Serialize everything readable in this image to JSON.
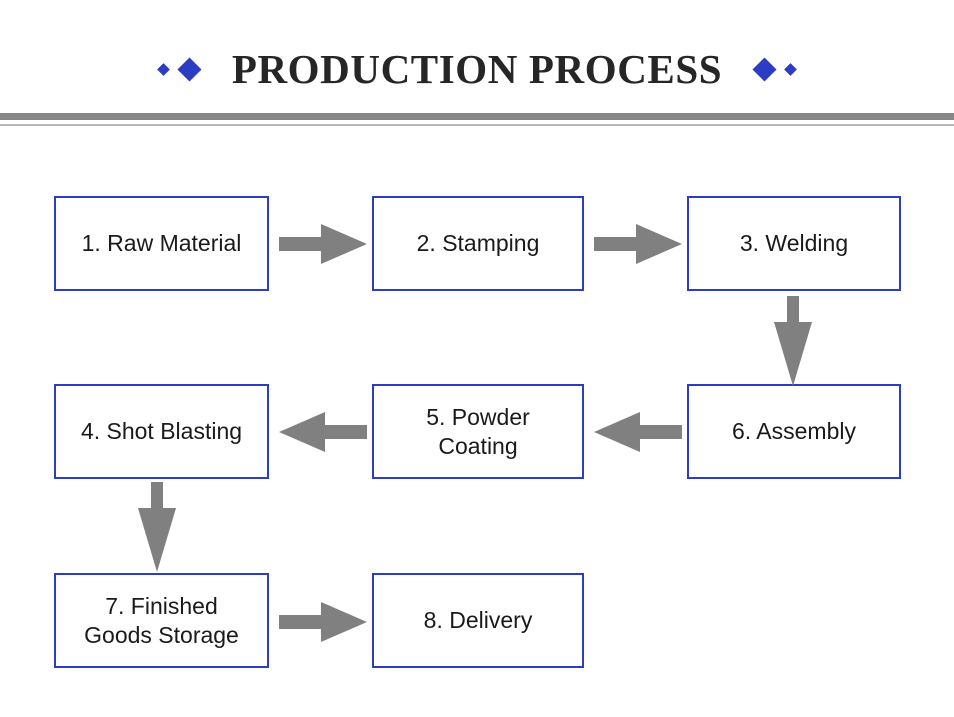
{
  "slide": {
    "title": "PRODUCTION PROCESS",
    "background_color": "#FFFFFF",
    "accent_color": "#2C3DC4",
    "arrow_color": "#808080",
    "divider_color": "#878787",
    "title_color": "#262626"
  },
  "decorations": {
    "left_diamonds": [
      "diamond-small",
      "diamond-large"
    ],
    "right_diamonds": [
      "diamond-large",
      "diamond-small"
    ]
  },
  "diagram": {
    "type": "flowchart",
    "steps": [
      {
        "id": 1,
        "label": "1. Raw Material",
        "row": 1,
        "col": 1
      },
      {
        "id": 2,
        "label": "2. Stamping",
        "row": 1,
        "col": 2
      },
      {
        "id": 3,
        "label": "3. Welding",
        "row": 1,
        "col": 3
      },
      {
        "id": 4,
        "label": "4. Shot Blasting",
        "row": 2,
        "col": 1
      },
      {
        "id": 5,
        "label": "5. Powder\nCoating",
        "row": 2,
        "col": 2
      },
      {
        "id": 6,
        "label": "6. Assembly",
        "row": 2,
        "col": 3
      },
      {
        "id": 7,
        "label": "7. Finished\nGoods Storage",
        "row": 3,
        "col": 1
      },
      {
        "id": 8,
        "label": "8. Delivery",
        "row": 3,
        "col": 2
      }
    ],
    "connectors": [
      {
        "from": 1,
        "to": 2,
        "direction": "right"
      },
      {
        "from": 2,
        "to": 3,
        "direction": "right"
      },
      {
        "from": 3,
        "to": 6,
        "direction": "down"
      },
      {
        "from": 6,
        "to": 5,
        "direction": "left"
      },
      {
        "from": 5,
        "to": 4,
        "direction": "left"
      },
      {
        "from": 4,
        "to": 7,
        "direction": "down"
      },
      {
        "from": 7,
        "to": 8,
        "direction": "right"
      }
    ]
  }
}
